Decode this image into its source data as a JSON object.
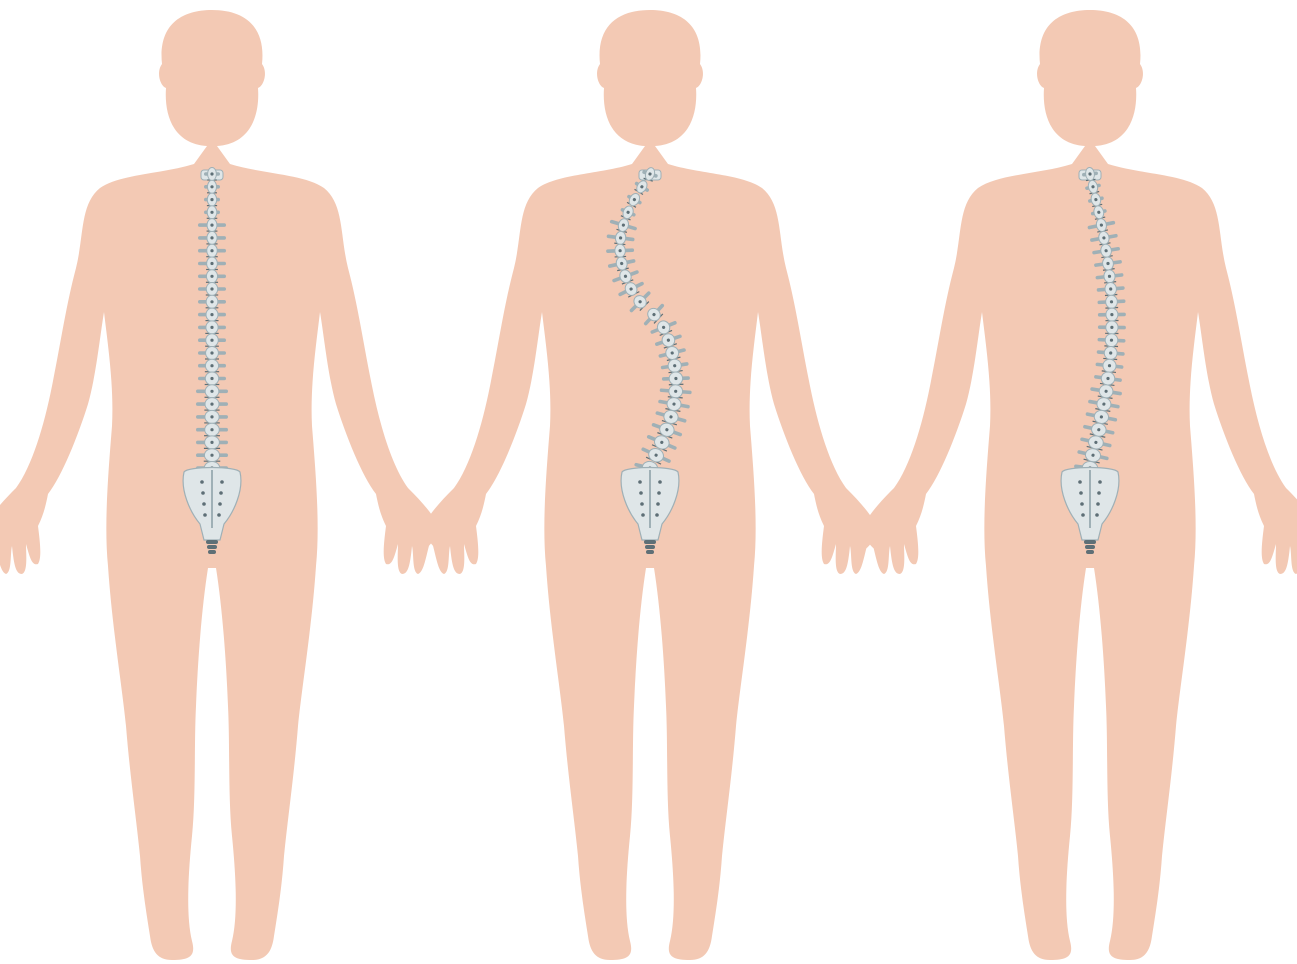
{
  "colors": {
    "background": "#ffffff",
    "skin": "#f3c9b4",
    "bone": "#dfe6e8",
    "bone_shade": "#9fb0b6",
    "bone_dark": "#5e6f76"
  },
  "figures": [
    {
      "id": "figure-1",
      "spine_shape": "straight"
    },
    {
      "id": "figure-2",
      "spine_shape": "s-curve"
    },
    {
      "id": "figure-3",
      "spine_shape": "c-curve"
    }
  ]
}
